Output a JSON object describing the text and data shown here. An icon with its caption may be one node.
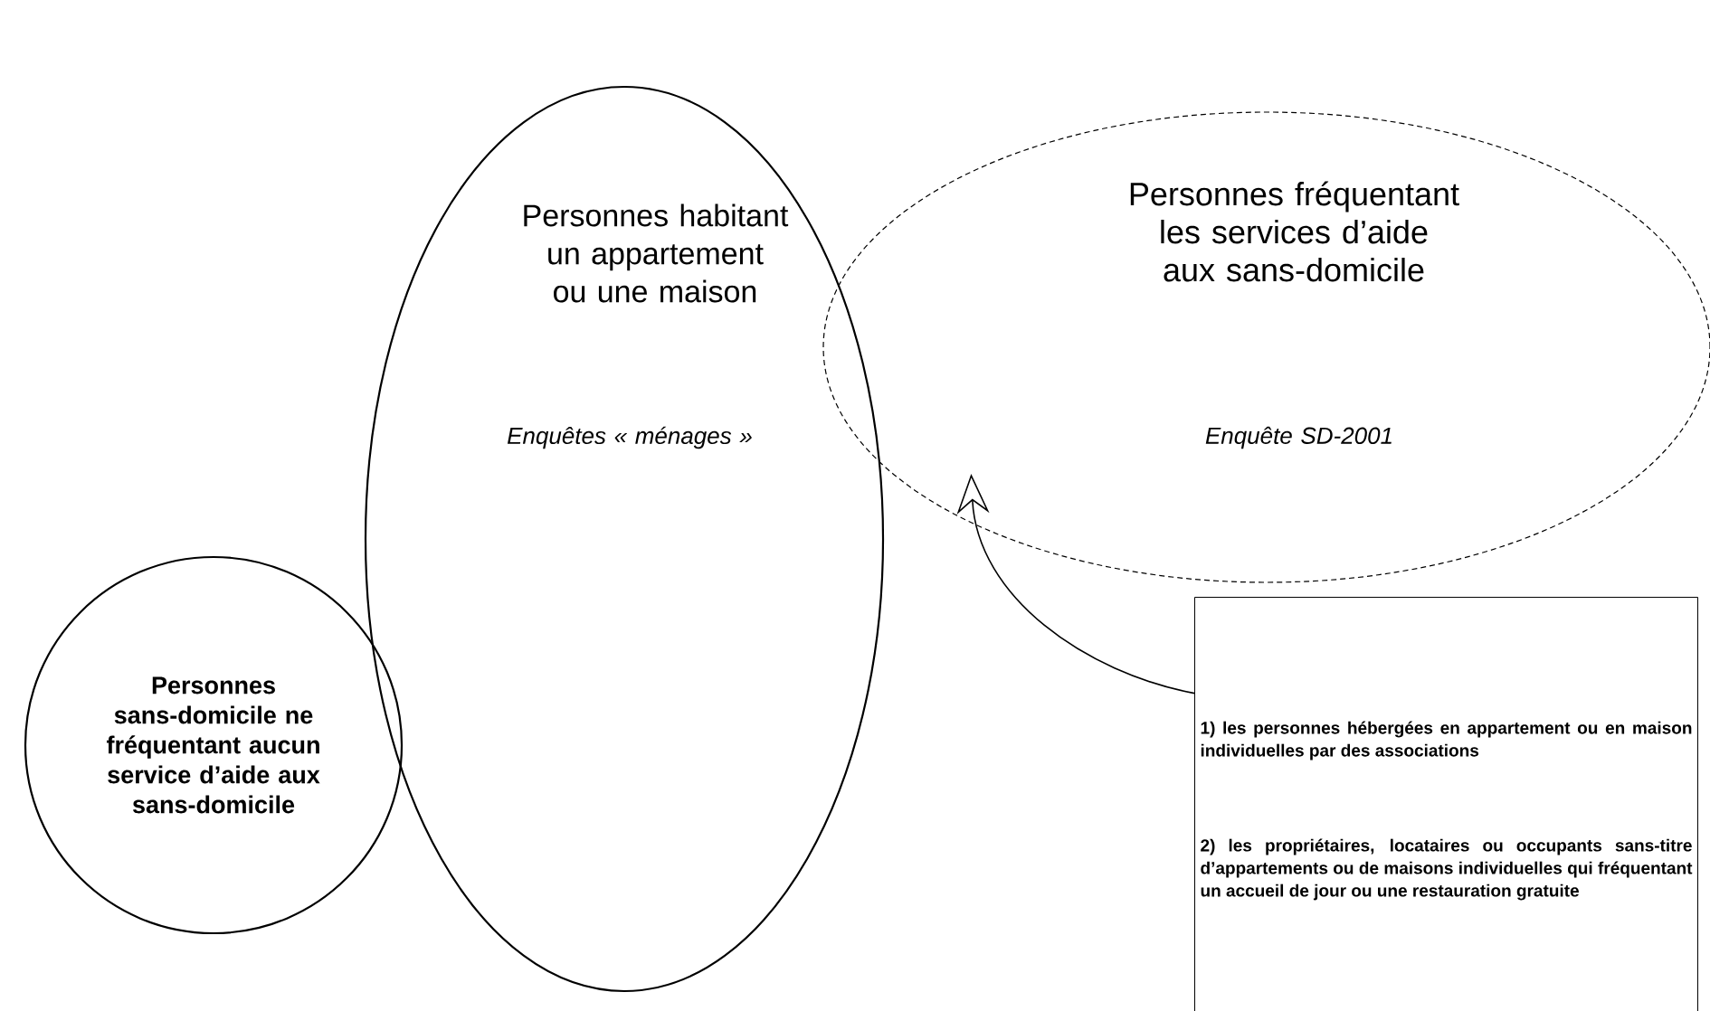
{
  "diagram": {
    "nodes": [
      {
        "text": [
          "Personnes habitant un appartement ou une maison",
          "Enquêtes « ménages »"
        ]
      },
      {
        "text": [
          "Personnes fréquentant les services d’aide aux sans-domicile",
          "Enquête SD-2001"
        ]
      },
      {
        "text": [
          "Personnes sans-domicile ne fréquentant aucun service d’aide aux sans-domicile"
        ]
      },
      {
        "text": [
          "1) les personnes hébergées en appartement ou en maison individuelles par des associations",
          "2) les propriétaires, locataires ou occupants sans-titre d’appartements ou de maisons individuelles qui fréquentant un accueil de jour ou une restauration gratuite"
        ]
      }
    ],
    "edges": [
      {
        "from": 3,
        "to": 1,
        "arrow": "to"
      }
    ]
  }
}
